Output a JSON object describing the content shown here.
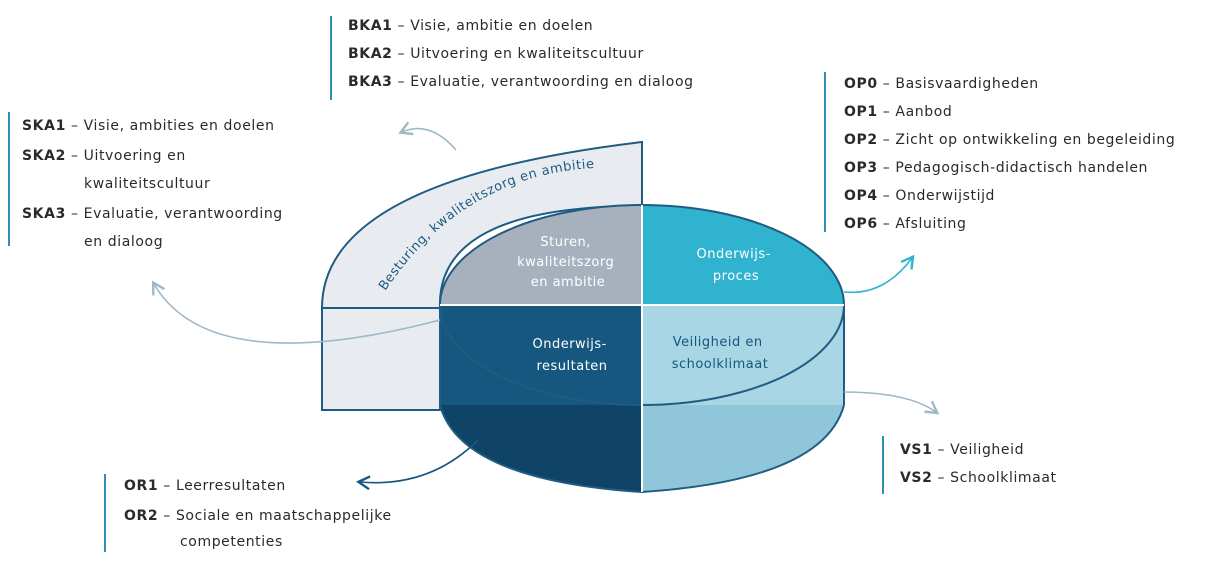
{
  "diagram": {
    "band_label": "Besturing, kwaliteitszorg en ambitie",
    "segments": {
      "sturen": [
        "Sturen,",
        "kwaliteitszorg",
        "en ambitie"
      ],
      "onderwijsproces": [
        "Onderwijs-",
        "proces"
      ],
      "onderwijsresultaten": [
        "Onderwijs-",
        "resultaten"
      ],
      "veiligheid": [
        "Veiligheid en",
        "schoolklimaat"
      ]
    },
    "colors": {
      "dark_blue": "#16577f",
      "darker_blue": "#0f4466",
      "teal": "#2fb3cf",
      "light_blue": "#a9d6e5",
      "lighter_blue": "#8fc6da",
      "grey_blue": "#a7b1bd",
      "band_fill": "#e8ecf1",
      "outline": "#1f5b82",
      "arrow": "#9fb8c6",
      "arrow_dark": "#16577f",
      "rule": "#2f8fb0"
    }
  },
  "blocks": {
    "bka": [
      {
        "code": "BKA1",
        "desc": "Visie, ambitie en doelen"
      },
      {
        "code": "BKA2",
        "desc": "Uitvoering en kwaliteitscultuur"
      },
      {
        "code": "BKA3",
        "desc": "Evaluatie, verantwoording en dialoog"
      }
    ],
    "ska": [
      {
        "code": "SKA1",
        "desc": "Visie, ambities en doelen",
        "cont": ""
      },
      {
        "code": "SKA2",
        "desc": "Uitvoering en",
        "cont": "kwaliteitscultuur"
      },
      {
        "code": "SKA3",
        "desc": "Evaluatie, verantwoording",
        "cont": "en dialoog"
      }
    ],
    "op": [
      {
        "code": "OP0",
        "desc": "Basisvaardigheden"
      },
      {
        "code": "OP1",
        "desc": "Aanbod"
      },
      {
        "code": "OP2",
        "desc": "Zicht op ontwikkeling en begeleiding"
      },
      {
        "code": "OP3",
        "desc": "Pedagogisch-didactisch handelen"
      },
      {
        "code": "OP4",
        "desc": "Onderwijstijd"
      },
      {
        "code": "OP6",
        "desc": "Afsluiting"
      }
    ],
    "vs": [
      {
        "code": "VS1",
        "desc": "Veiligheid"
      },
      {
        "code": "VS2",
        "desc": "Schoolklimaat"
      }
    ],
    "or": [
      {
        "code": "OR1",
        "desc": "Leerresultaten",
        "cont": ""
      },
      {
        "code": "OR2",
        "desc": "Sociale en maatschappelijke",
        "cont": "competenties"
      }
    ]
  }
}
